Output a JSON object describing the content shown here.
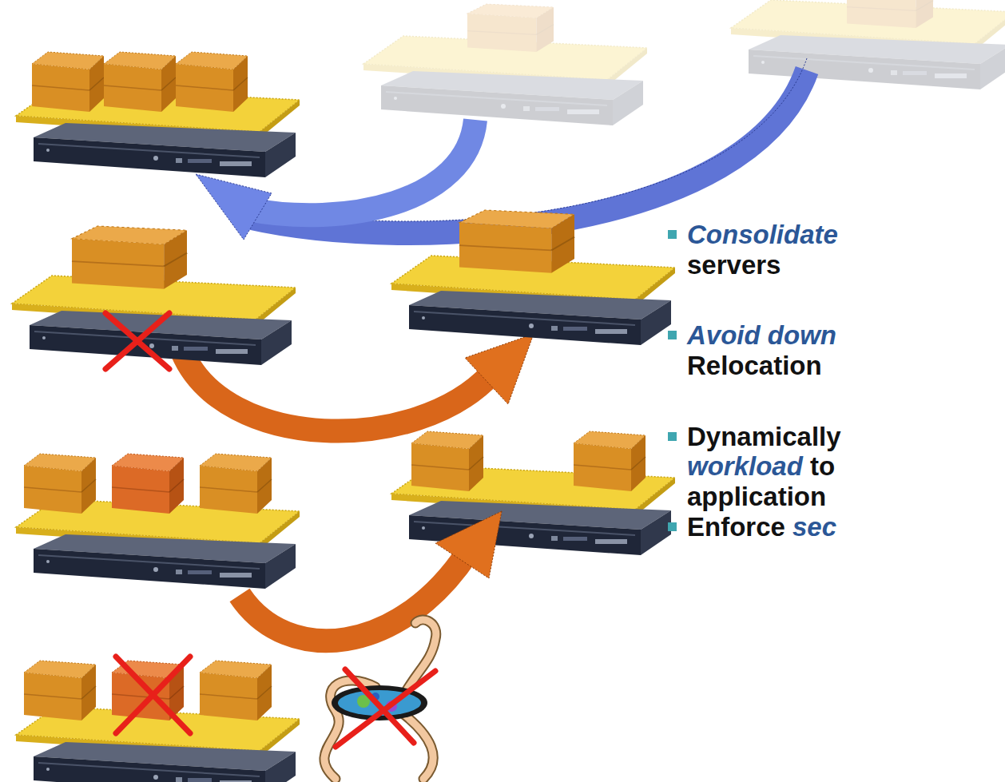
{
  "diagram": {
    "labels": [
      "Consolidate",
      "servers",
      "Avoid down",
      "Relocation",
      "Dynamically",
      "workload",
      "to",
      "application",
      "Enforce",
      "sec"
    ]
  }
}
